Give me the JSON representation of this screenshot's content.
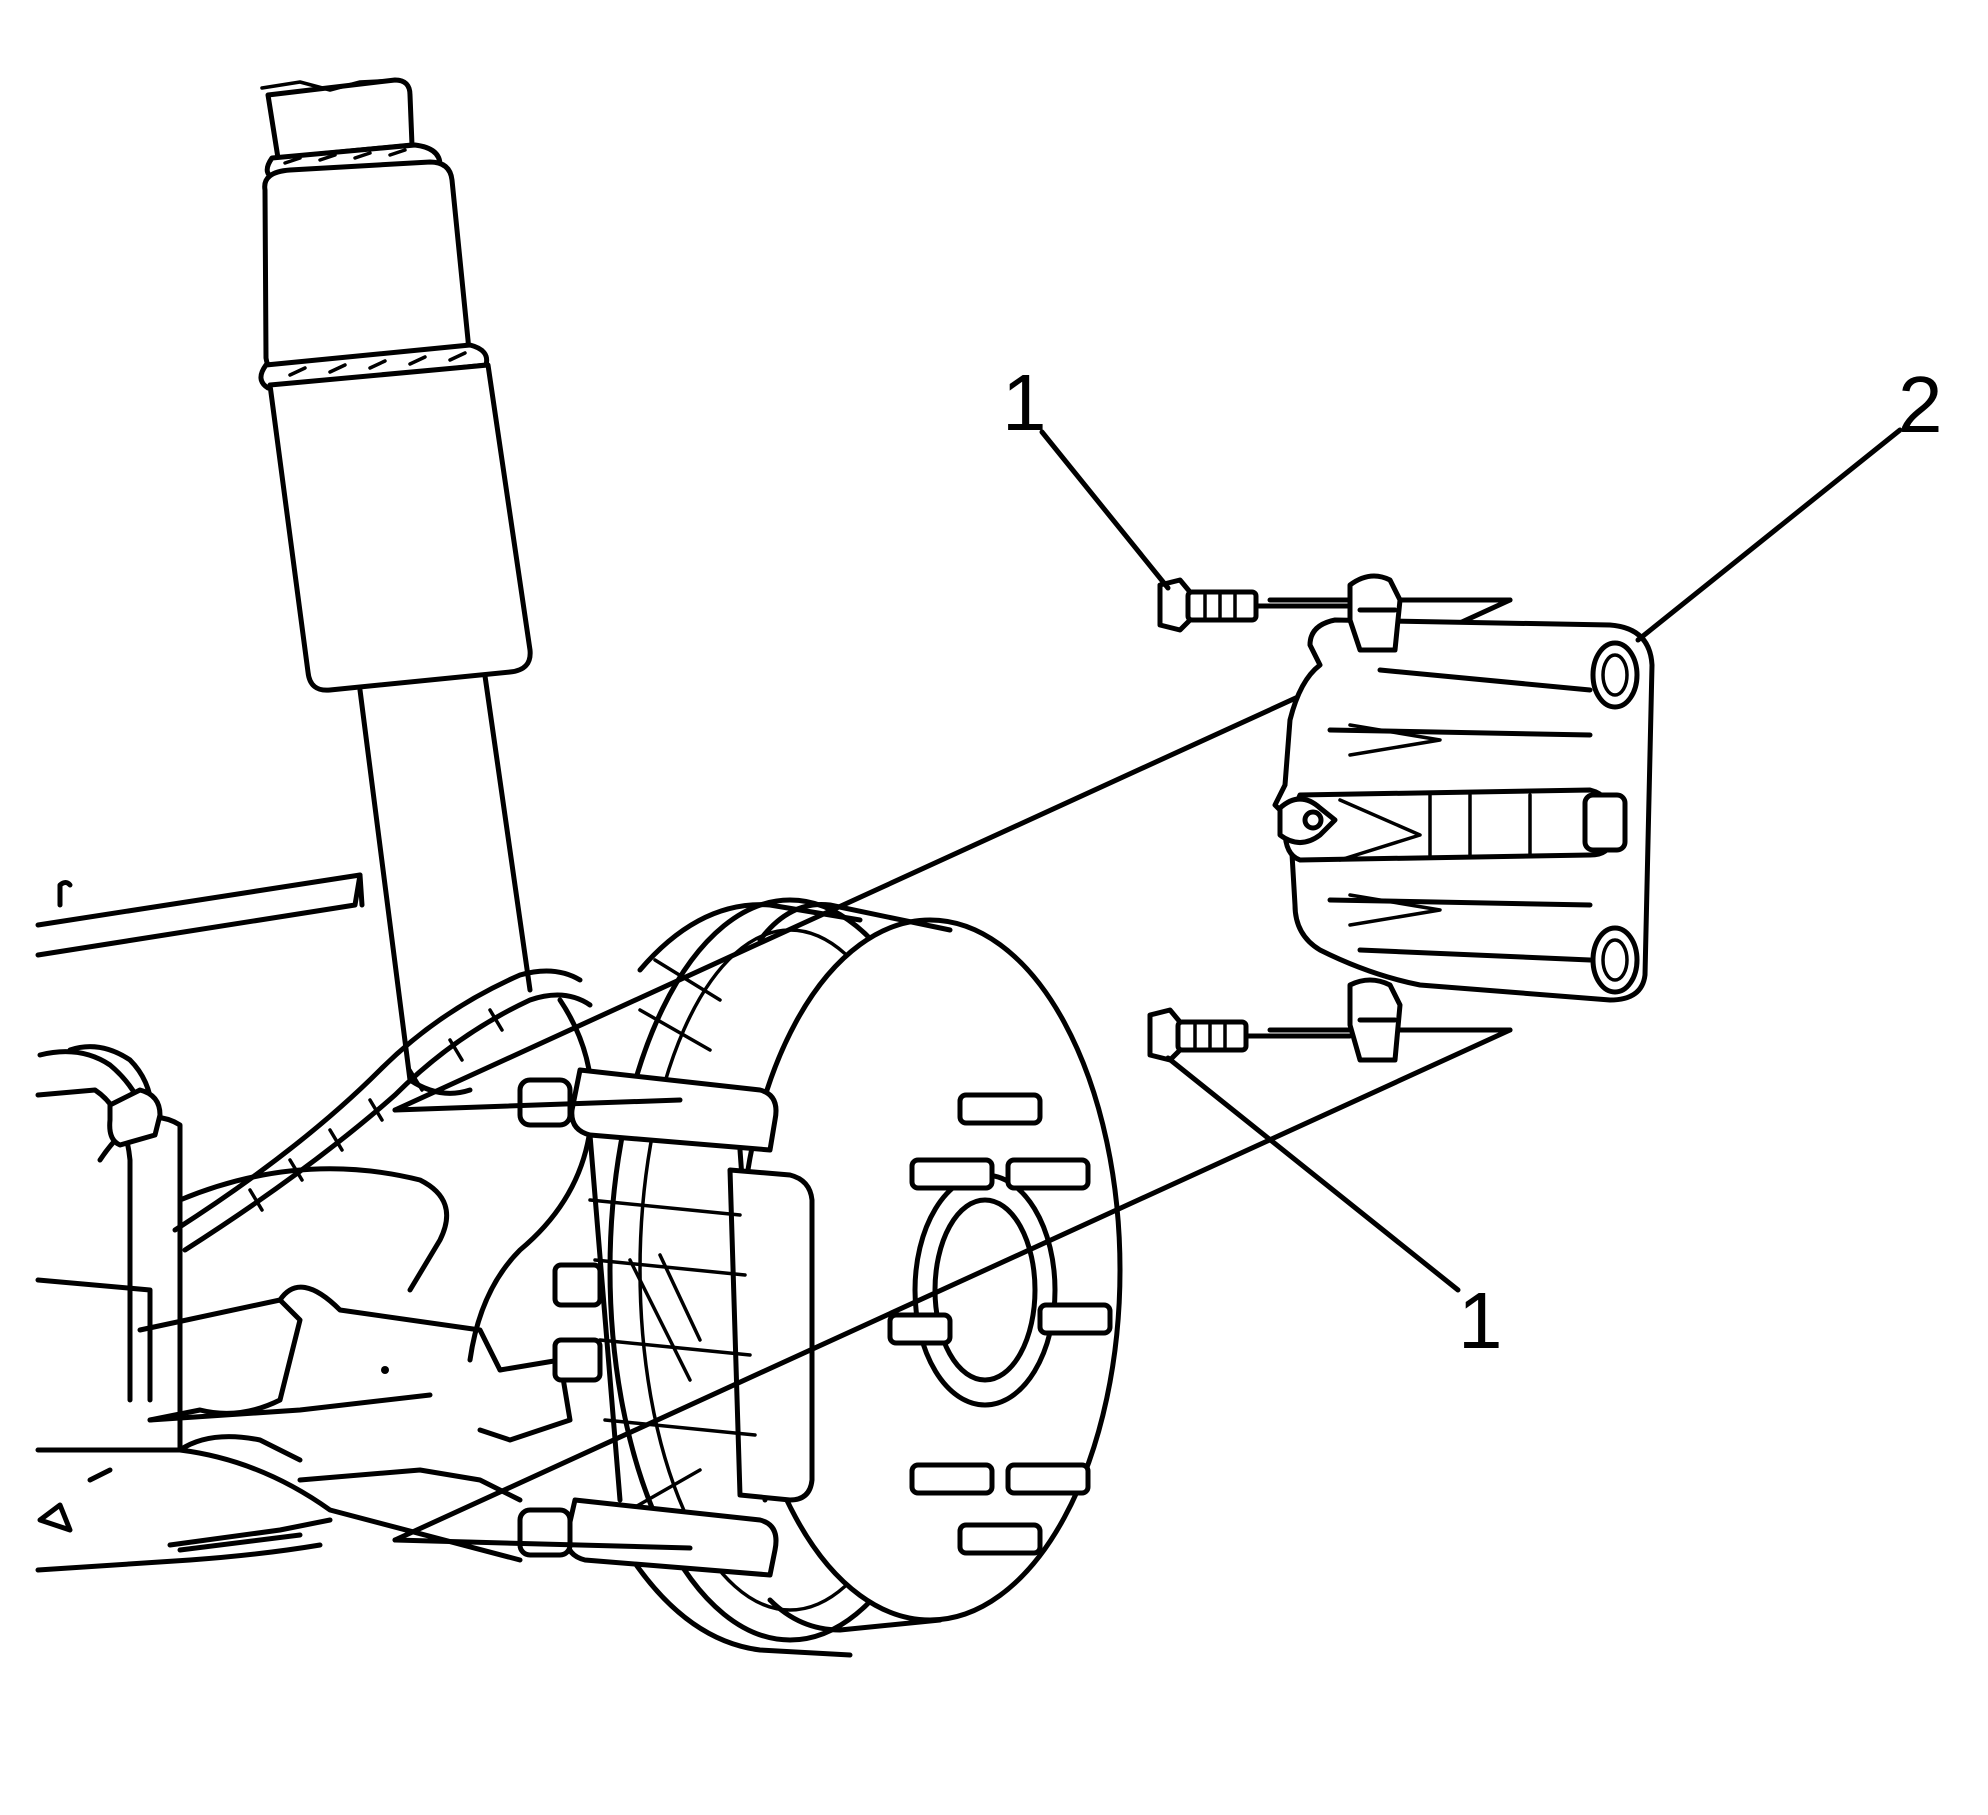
{
  "diagram": {
    "callouts": [
      {
        "id": "bolt-upper",
        "text": "1"
      },
      {
        "id": "caliper",
        "text": "2"
      },
      {
        "id": "bolt-lower",
        "text": "1"
      }
    ]
  }
}
